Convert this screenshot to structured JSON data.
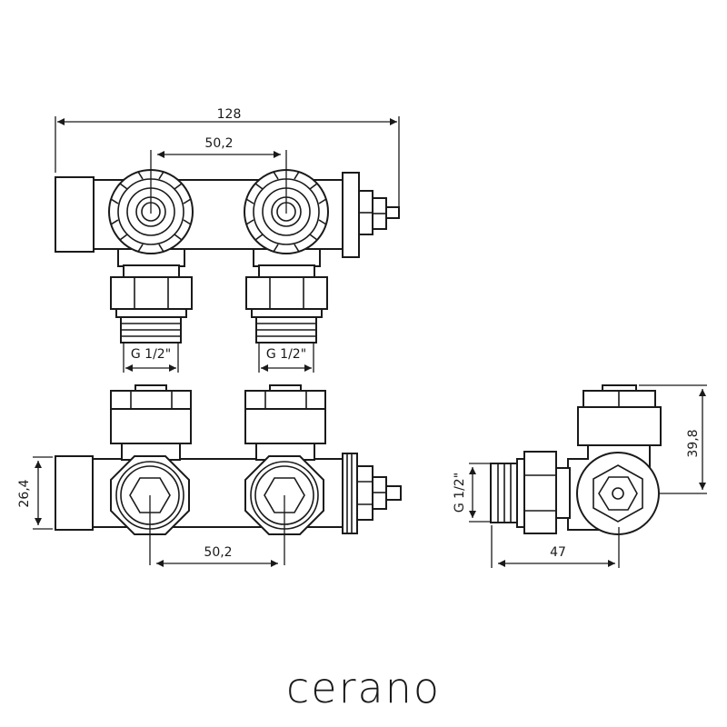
{
  "dimensions": {
    "overall_length": "128",
    "top_spacing": "50,2",
    "thread_left": "G 1/2\"",
    "thread_right": "G 1/2\"",
    "body_height": "26,4",
    "bottom_spacing": "50,2",
    "side_thread": "G 1/2\"",
    "side_depth": "47",
    "side_height": "39,8"
  },
  "brand": {
    "logo": "cerano"
  },
  "colors": {
    "line": "#1a1a1a",
    "background": "#ffffff"
  }
}
